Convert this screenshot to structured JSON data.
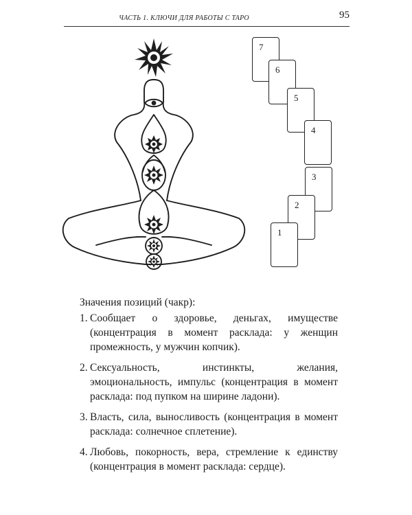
{
  "header": {
    "running_title": "ЧАСТЬ 1. КЛЮЧИ ДЛЯ РАБОТЫ С ТАРО",
    "page_number": "95"
  },
  "illustration": {
    "icons": [
      "crown-chakra-star-icon",
      "third-eye-icon",
      "chakra-sun-icon"
    ]
  },
  "spread": {
    "cards": [
      {
        "number": "7"
      },
      {
        "number": "6"
      },
      {
        "number": "5"
      },
      {
        "number": "4"
      },
      {
        "number": "3"
      },
      {
        "number": "2"
      },
      {
        "number": "1"
      }
    ]
  },
  "positions": {
    "caption": "Значения позиций (чакр):",
    "items": [
      {
        "num": "1.",
        "text": "Сообщает о здоровье, деньгах, имуществе (концентрация в момент расклада: у женщин промежность, у мужчин копчик)."
      },
      {
        "num": "2.",
        "text": "Сексуальность, инстинкты, желания, эмоциональность, импульс (концентрация в момент расклада: под пупком на ширине ладони)."
      },
      {
        "num": "3.",
        "text": "Власть, сила, выносливость (концентрация в момент расклада: солнечное сплетение)."
      },
      {
        "num": "4.",
        "text": "Любовь, покорность, вера, стремление к единству (концентрация в момент расклада: сердце)."
      }
    ]
  }
}
